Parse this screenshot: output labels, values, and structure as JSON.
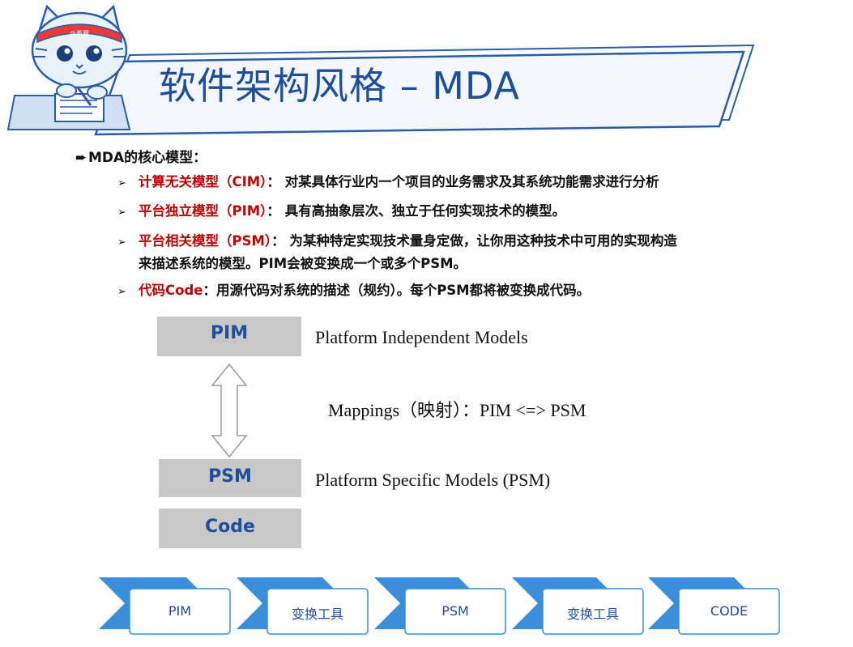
{
  "header": {
    "title": "软件架构风格 – MDA",
    "mascot_headband": "@希赛"
  },
  "content": {
    "heading": "MDA的核心模型：",
    "items": [
      {
        "term": "计算无关模型（CIM）",
        "text": "： 对某具体行业内一个项目的业务需求及其系统功能需求进行分析"
      },
      {
        "term": "平台独立模型（PIM）",
        "text": "： 具有高抽象层次、独立于任何实现技术的模型。"
      },
      {
        "term": "平台相关模型（PSM）",
        "text": "： 为某种特定实现技术量身定做，让你用这种技术中可用的实现构造",
        "cont": "来描述系统的模型。PIM会被变换成一个或多个PSM。"
      },
      {
        "term": "代码Code",
        "text": "：用源代码对系统的描述（规约）。每个PSM都将被变换成代码。"
      }
    ]
  },
  "diagram": {
    "pim_box": "PIM",
    "psm_box": "PSM",
    "code_box": "Code",
    "pim_desc": "Platform Independent Models",
    "mapping_desc": "Mappings（映射）：PIM <=> PSM",
    "psm_desc": "Platform Specific Models (PSM)"
  },
  "flow": {
    "steps": [
      "PIM",
      "变换工具",
      "PSM",
      "变换工具",
      "CODE"
    ]
  },
  "colors": {
    "title_blue": "#1f4e9a",
    "term_red": "#c00000",
    "box_gray": "#c8c8c8",
    "flow_blue": "#3a8fd8",
    "banner_line": "#2a5caa"
  }
}
